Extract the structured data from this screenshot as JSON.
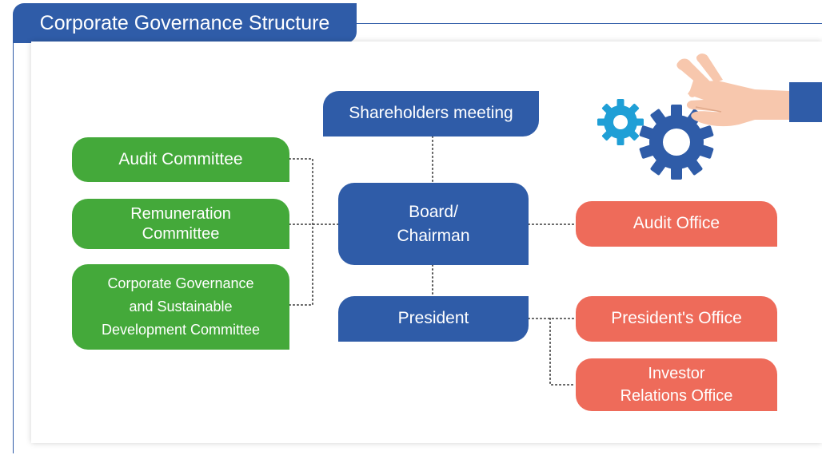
{
  "header": {
    "title": "Corporate Governance Structure"
  },
  "nodes": {
    "audit_committee": "Audit Committee",
    "remuneration_committee": [
      "Remuneration",
      "Committee"
    ],
    "governance_committee": [
      "Corporate Governance",
      "and Sustainable",
      "Development Committee"
    ],
    "shareholders_meeting": "Shareholders meeting",
    "board_chairman": [
      "Board/",
      "Chairman"
    ],
    "president": "President",
    "audit_office": "Audit Office",
    "presidents_office": "President's Office",
    "investor_relations_office": [
      "Investor",
      "Relations Office"
    ]
  },
  "colors": {
    "brand_blue": "#2f5ca8",
    "committee_green": "#44a93a",
    "office_salmon": "#ee6b5a",
    "gear_light": "#1f9fd6",
    "skin": "#f7c7ad"
  },
  "icons": [
    "gear-small-icon",
    "gear-large-icon",
    "hand-icon"
  ]
}
